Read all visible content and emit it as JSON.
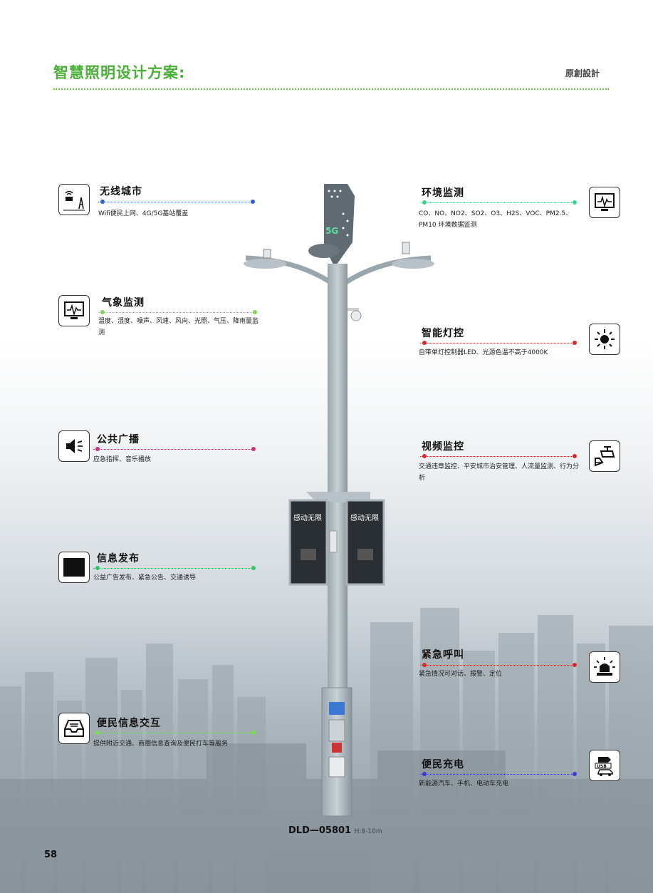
{
  "header": {
    "title": "智慧照明设计方案:",
    "original": "原創設計"
  },
  "page_number": "58",
  "model": {
    "code": "DLD—05801",
    "height": "H:8-10m"
  },
  "pole": {
    "screen_badge": "5G",
    "ad_text_left": "感动无限",
    "ad_text_right": "感动无限"
  },
  "features_left": [
    {
      "title": "无线城市",
      "desc": "Wifi便民上网、4G/5G基站覆盖",
      "icon": "wifi-tower-icon",
      "color": "#2e5fd4"
    },
    {
      "title": "气象监测",
      "desc": "温度、湿度、噪声、风速、风向、光照、气压、降雨量监测",
      "icon": "monitor-icon",
      "color": "#7ed957"
    },
    {
      "title": "公共广播",
      "desc": "应急指挥、音乐播放",
      "icon": "speaker-icon",
      "color": "#c2367a"
    },
    {
      "title": "信息发布",
      "desc": "公益广告发布、紧急公告、交通诱导",
      "icon": "screen-icon",
      "color": "#39c26a"
    },
    {
      "title": "便民信息交互",
      "desc": "提供附近交通、商圈信息查询及便民打车等服务",
      "icon": "inbox-icon",
      "color": "#7ed957"
    }
  ],
  "features_right": [
    {
      "title": "环境监测",
      "desc": "CO、NO、NO2、SO2、O3、H2S、VOC、PM2.5、PM10 环境数据监测",
      "icon": "monitor-icon",
      "color": "#3ed38a"
    },
    {
      "title": "智能灯控",
      "desc": "自带单灯控制器LED、光源色温不高于4000K",
      "icon": "sun-icon",
      "color": "#d42b2b"
    },
    {
      "title": "视频监控",
      "desc": "交通违章监控、平安城市治安管理、人流量监测、行为分析",
      "icon": "camera-icon",
      "color": "#d42b2b"
    },
    {
      "title": "紧急呼叫",
      "desc": "紧急情况可对话、报警、定位",
      "icon": "alarm-icon",
      "color": "#d42b2b"
    },
    {
      "title": "便民充电",
      "desc": "新能源汽车、手机、电动车充电",
      "icon": "charger-icon",
      "color": "#3a3ad4"
    }
  ]
}
